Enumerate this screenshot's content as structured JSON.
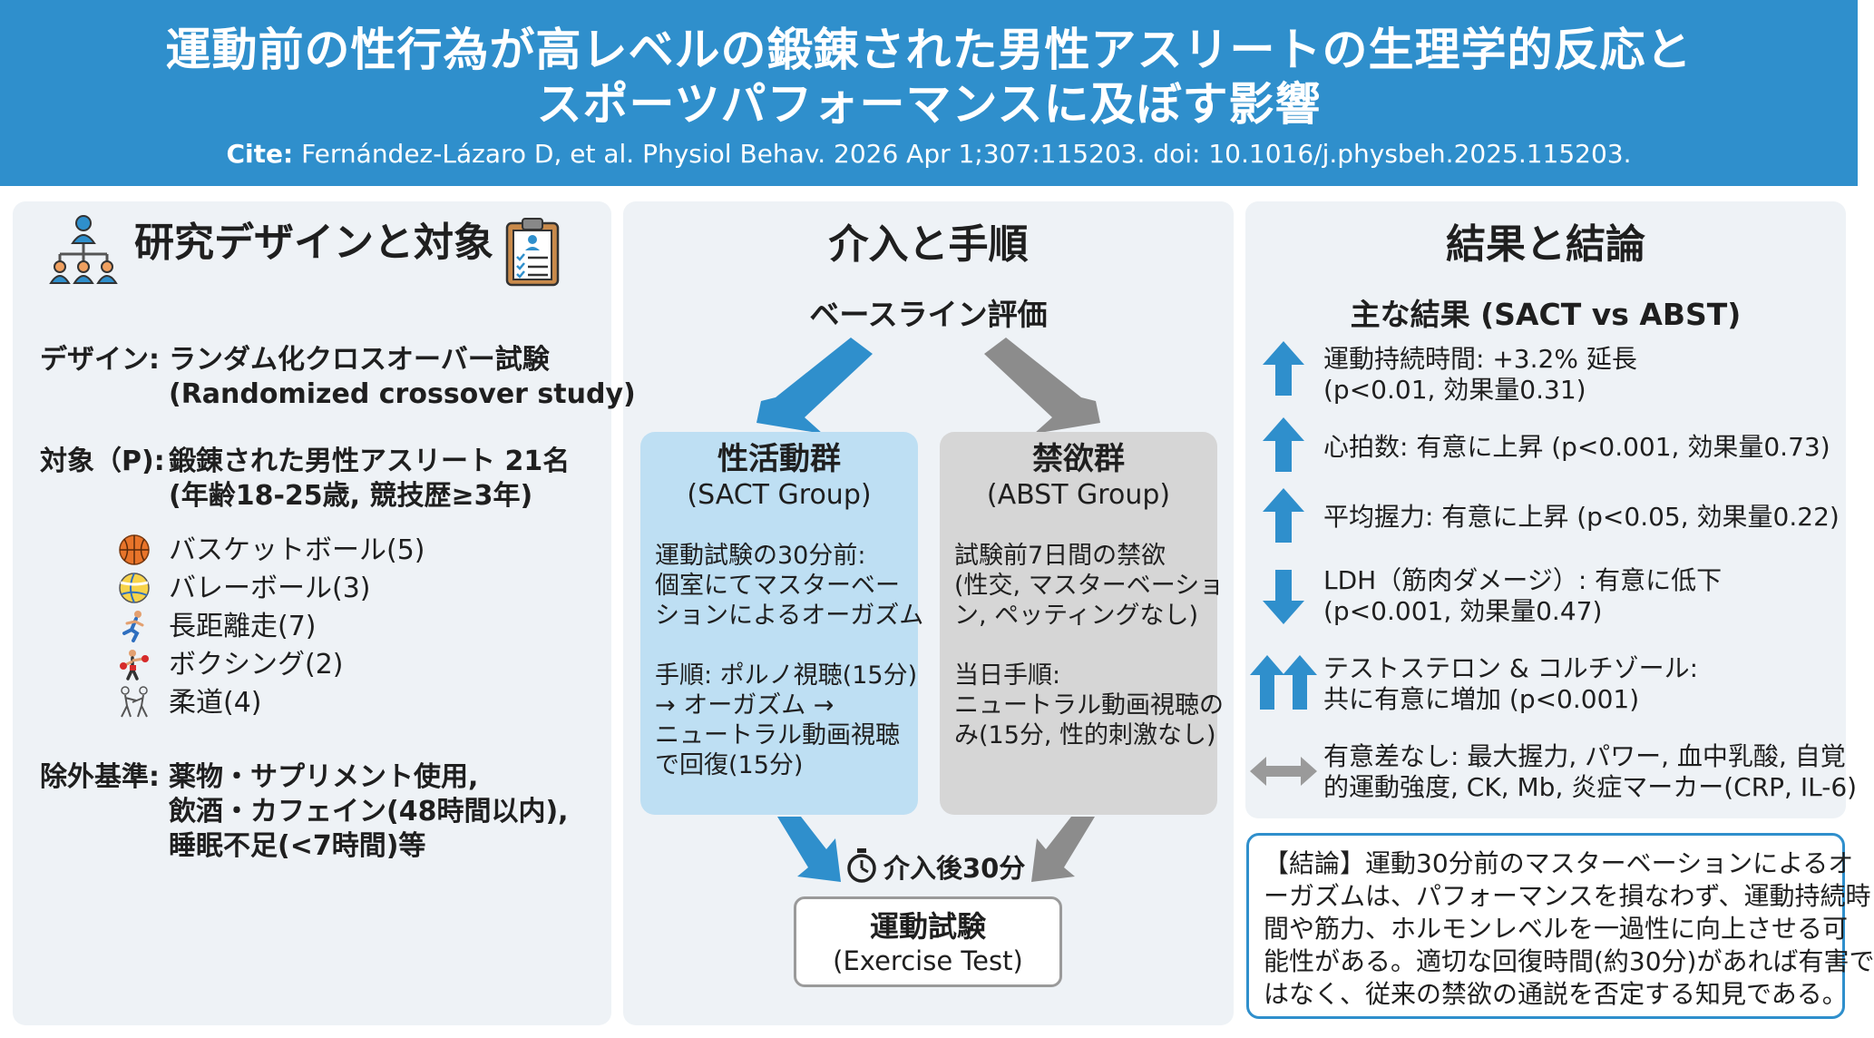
{
  "header": {
    "title_line1": "運動前の性行為が高レベルの鍛錬された男性アスリートの生理学的反応と",
    "title_line2": "スポーツパフォーマンスに及ぼす影響",
    "cite_label": "Cite:",
    "cite_text": " Fernández-Lázaro D, et al. Physiol Behav. 2026 Apr 1;307:115203. doi: 10.1016/j.physbeh.2025.115203.",
    "color": "#2f8fcc"
  },
  "design_panel": {
    "title": "研究デザインと対象",
    "design_label": "デザイン:",
    "design_value_1": "ランダム化クロスオーバー試験",
    "design_value_2": "(Randomized crossover study)",
    "subjects_label": "対象（P):",
    "subjects_value_1": "鍛錬された男性アスリート 21名",
    "subjects_value_2": "(年齢18-25歳, 競技歴≥3年)",
    "sports": [
      {
        "label": "バスケットボール(5)",
        "icon": "basketball-icon"
      },
      {
        "label": "バレーボール(3)",
        "icon": "volleyball-icon"
      },
      {
        "label": "長距離走(7)",
        "icon": "runner-icon"
      },
      {
        "label": "ボクシング(2)",
        "icon": "boxing-icon"
      },
      {
        "label": "柔道(4)",
        "icon": "judo-icon"
      }
    ],
    "exclusion_label": "除外基準:",
    "exclusion_1": "薬物・サプリメント使用,",
    "exclusion_2": "飲酒・カフェイン(48時間以内),",
    "exclusion_3": "睡眠不足(<7時間)等"
  },
  "procedure_panel": {
    "title": "介入と手順",
    "baseline": "ベースライン評価",
    "sact": {
      "title": "性活動群",
      "subtitle": "(SACT Group)",
      "body": [
        "運動試験の30分前:",
        "個室にてマスターベー",
        "ションによるオーガズム",
        "",
        "手順: ポルノ視聴(15分)",
        "→ オーガズム →",
        "ニュートラル動画視聴",
        "で回復(15分)"
      ]
    },
    "abst": {
      "title": "禁欲群",
      "subtitle": "(ABST Group)",
      "body": [
        "試験前7日間の禁欲",
        "(性交, マスターベーショ",
        "ン, ペッティングなし)",
        "",
        "当日手順:",
        "ニュートラル動画視聴の",
        "み(15分, 性的刺激なし)"
      ]
    },
    "timer_label": "介入後30分",
    "exercise_title": "運動試験",
    "exercise_subtitle": "(Exercise Test)",
    "colors": {
      "sact": "#bedff3",
      "abst": "#d6d6d6",
      "blue_arrow": "#2f8fcc",
      "gray_arrow": "#8c8c8c"
    }
  },
  "results_panel": {
    "title": "結果と結論",
    "subtitle": "主な結果 (SACT vs ABST)",
    "items": [
      {
        "direction": "up",
        "lines": [
          "運動持続時間: +3.2% 延長",
          "(p<0.01, 効果量0.31)"
        ]
      },
      {
        "direction": "up",
        "lines": [
          "心拍数: 有意に上昇 (p<0.001, 効果量0.73)"
        ]
      },
      {
        "direction": "up",
        "lines": [
          "平均握力: 有意に上昇 (p<0.05, 効果量0.22)"
        ]
      },
      {
        "direction": "down",
        "lines": [
          "LDH（筋肉ダメージ）: 有意に低下",
          "(p<0.001, 効果量0.47)"
        ]
      },
      {
        "direction": "double-up",
        "lines": [
          "テストステロン & コルチゾール:",
          "共に有意に増加 (p<0.001)"
        ]
      },
      {
        "direction": "neutral",
        "lines": [
          "有意差なし: 最大握力, パワー, 血中乳酸, 自覚",
          "的運動強度, CK, Mb, 炎症マーカー(CRP, IL-6)"
        ]
      }
    ],
    "conclusion_lines": [
      "【結論】運動30分前のマスターベーションによるオ",
      "ーガズムは、パフォーマンスを損なわず、運動持続時",
      "間や筋力、ホルモンレベルを一過性に向上させる可",
      "能性がある。適切な回復時間(約30分)があれば有害で",
      "はなく、従来の禁欲の通説を否定する知見である。"
    ],
    "colors": {
      "arrow_up": "#2f8fcc",
      "arrow_neutral": "#9a9a9a",
      "conclusion_border": "#2f8fcc"
    }
  }
}
